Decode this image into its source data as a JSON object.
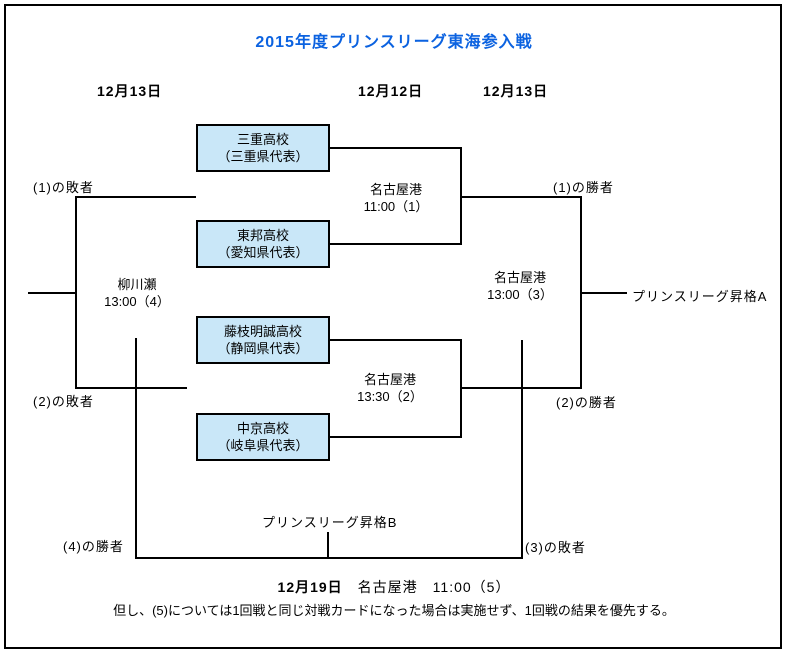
{
  "title": "2015年度プリンスリーグ東海参入戦",
  "colors": {
    "title_blue": "#0B62E0",
    "team_box_fill": "#C9E7F8",
    "line_black": "#000000"
  },
  "column_dates": [
    "12月13日",
    "12月12日",
    "12月13日"
  ],
  "teams": [
    {
      "name": "三重高校",
      "region": "（三重県代表）"
    },
    {
      "name": "東邦高校",
      "region": "（愛知県代表）"
    },
    {
      "name": "藤枝明誠高校",
      "region": "（静岡県代表）"
    },
    {
      "name": "中京高校",
      "region": "（岐阜県代表）"
    }
  ],
  "matches": {
    "m1": {
      "venue": "名古屋港",
      "time": "11:00（1）"
    },
    "m2": {
      "venue": "名古屋港",
      "time": "13:30（2）"
    },
    "m3": {
      "venue": "名古屋港",
      "time": "13:00（3）"
    },
    "m4": {
      "venue": "柳川瀬",
      "time": "13:00（4）"
    },
    "m5": {
      "date": "12月19日",
      "rest": "　名古屋港　11:00（5）"
    }
  },
  "labels": {
    "loser1": "(1)の敗者",
    "loser2": "(2)の敗者",
    "winner1": "(1)の勝者",
    "winner2": "(2)の勝者",
    "winner4": "(4)の勝者",
    "loser3": "(3)の敗者",
    "promotionA": "プリンスリーグ昇格A",
    "promotionB": "プリンスリーグ昇格B"
  },
  "note": "但し、(5)については1回戦と同じ対戦カードになった場合は実施せず、1回戦の結果を優先する。"
}
